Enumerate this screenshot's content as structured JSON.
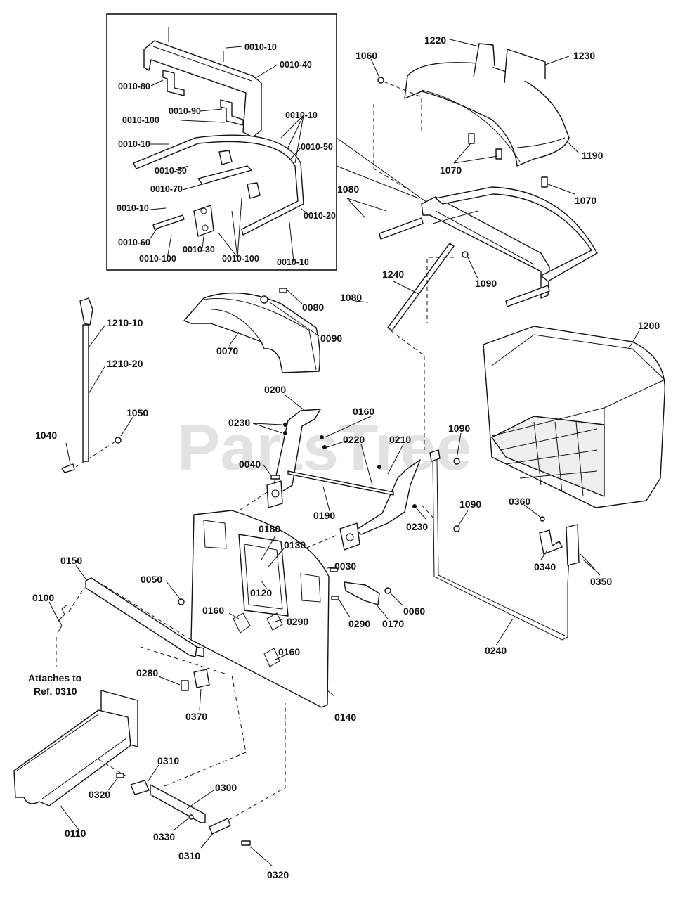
{
  "watermark": "PartsTree",
  "callouts": {
    "c0010_10_a": "0010-10",
    "c0010_40": "0010-40",
    "c0010_80": "0010-80",
    "c0010_90": "0010-90",
    "c0010_100_a": "0010-100",
    "c0010_10_b": "0010-10",
    "c0010_10_c": "0010-10",
    "c0010_50_a": "0010-50",
    "c0010_50_b": "0010-50",
    "c0010_70": "0010-70",
    "c0010_20": "0010-20",
    "c0010_10_d": "0010-10",
    "c0010_60": "0010-60",
    "c0010_100_b": "0010-100",
    "c0010_30": "0010-30",
    "c0010_100_c": "0010-100",
    "c0010_10_e": "0010-10",
    "c1220": "1220",
    "c1230": "1230",
    "c1060": "1060",
    "c1190": "1190",
    "c1070_a": "1070",
    "c1070_b": "1070",
    "c1080_a": "1080",
    "c1090_a": "1090",
    "c1240": "1240",
    "c1080_b": "1080",
    "c1210_10": "1210-10",
    "c1210_20": "1210-20",
    "c1050": "1050",
    "c1040": "1040",
    "c0080": "0080",
    "c0090": "0090",
    "c0070": "0070",
    "c1200": "1200",
    "c0200": "0200",
    "c0230_a": "0230",
    "c0160_a": "0160",
    "c0220": "0220",
    "c0210": "0210",
    "c0040": "0040",
    "c0190": "0190",
    "c0230_b": "0230",
    "c1090_b": "1090",
    "c1090_c": "1090",
    "c0360": "0360",
    "c0340": "0340",
    "c0350": "0350",
    "c0180": "0180",
    "c0130": "0130",
    "c0120": "0120",
    "c0030": "0030",
    "c0150": "0150",
    "c0050": "0050",
    "c0160_b": "0160",
    "c0290_a": "0290",
    "c0290_b": "0290",
    "c0060": "0060",
    "c0170": "0170",
    "c0100": "0100",
    "c0160_c": "0160",
    "c0240": "0240",
    "c0280": "0280",
    "c0370": "0370",
    "c0140": "0140",
    "c0310_a": "0310",
    "c0300": "0300",
    "c0320_a": "0320",
    "c0330": "0330",
    "c0310_b": "0310",
    "c0320_b": "0320",
    "c0110": "0110"
  },
  "note": {
    "line1": "Attaches to",
    "line2": "Ref. 0310"
  }
}
